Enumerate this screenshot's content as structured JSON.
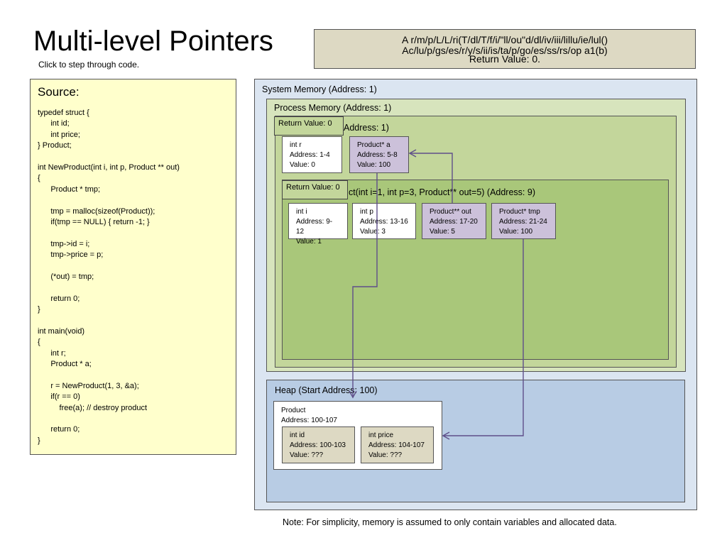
{
  "title": "Multi-level Pointers",
  "subtitle": "Click to step through code.",
  "caption": {
    "lines": [
      "A r/m/p/L/L/ri(T/dl/T/f/i/\"ll/ou\"d/dl/iv/iii/lillu/ie/lul()",
      "Ac/lu/p/gs/es/r/y/s/ii/is/ta/p/go/es/ss/rs/op a1(b)",
      "Return Value: 0."
    ]
  },
  "source": {
    "heading": "Source:",
    "lines": [
      "typedef struct {",
      "      int id;",
      "      int price;",
      "} Product;",
      "",
      "int NewProduct(int i, int p, Product ** out)",
      "{",
      "      Product * tmp;",
      "",
      "      tmp = malloc(sizeof(Product));",
      "      if(tmp == NULL) { return -1; }",
      "",
      "      tmp->id = i;",
      "      tmp->price = p;",
      "",
      "      (*out) = tmp;",
      "",
      "      return 0;",
      "}",
      "",
      "int main(void)",
      "{",
      "      int r;",
      "      Product * a;",
      "",
      "      r = NewProduct(1, 3, &a);",
      "      if(r == 0)",
      "          free(a); // destroy product",
      "",
      "      return 0;",
      "}"
    ]
  },
  "memory": {
    "system_label": "System Memory (Address: 1)",
    "process_label": "Process Memory (Address: 1)",
    "main_frame": {
      "label": "Address: 1)",
      "return_value": "Return Value: 0",
      "vars": [
        {
          "name": "int r",
          "address": "Address: 1-4",
          "value": "Value: 0"
        },
        {
          "name": "Product* a",
          "address": "Address: 5-8",
          "value": "Value: 100"
        }
      ]
    },
    "newproduct_frame": {
      "label": "ct(int i=1, int p=3, Product** out=5) (Address: 9)",
      "return_value": "Return Value: 0",
      "vars": [
        {
          "name": "int i",
          "address": "Address: 9-12",
          "value": "Value: 1"
        },
        {
          "name": "int p",
          "address": "Address: 13-16",
          "value": "Value: 3"
        },
        {
          "name": "Product** out",
          "address": "Address: 17-20",
          "value": "Value: 5"
        },
        {
          "name": "Product* tmp",
          "address": "Address: 21-24",
          "value": "Value: 100"
        }
      ]
    },
    "heap": {
      "label": "Heap (Start Address: 100)",
      "product": {
        "name": "Product",
        "address": "Address: 100-107",
        "fields": [
          {
            "name": "int id",
            "address": "Address: 100-103",
            "value": "Value: ???"
          },
          {
            "name": "int price",
            "address": "Address: 104-107",
            "value": "Value: ???"
          }
        ]
      }
    }
  },
  "note": "Note: For simplicity, memory is assumed to only contain variables and allocated data.",
  "colors": {
    "arrow": "#5f4f8a",
    "pointer_fill": "#ccc1da",
    "heap_fill": "#b8cce4",
    "source_fill": "#ffffcc"
  }
}
